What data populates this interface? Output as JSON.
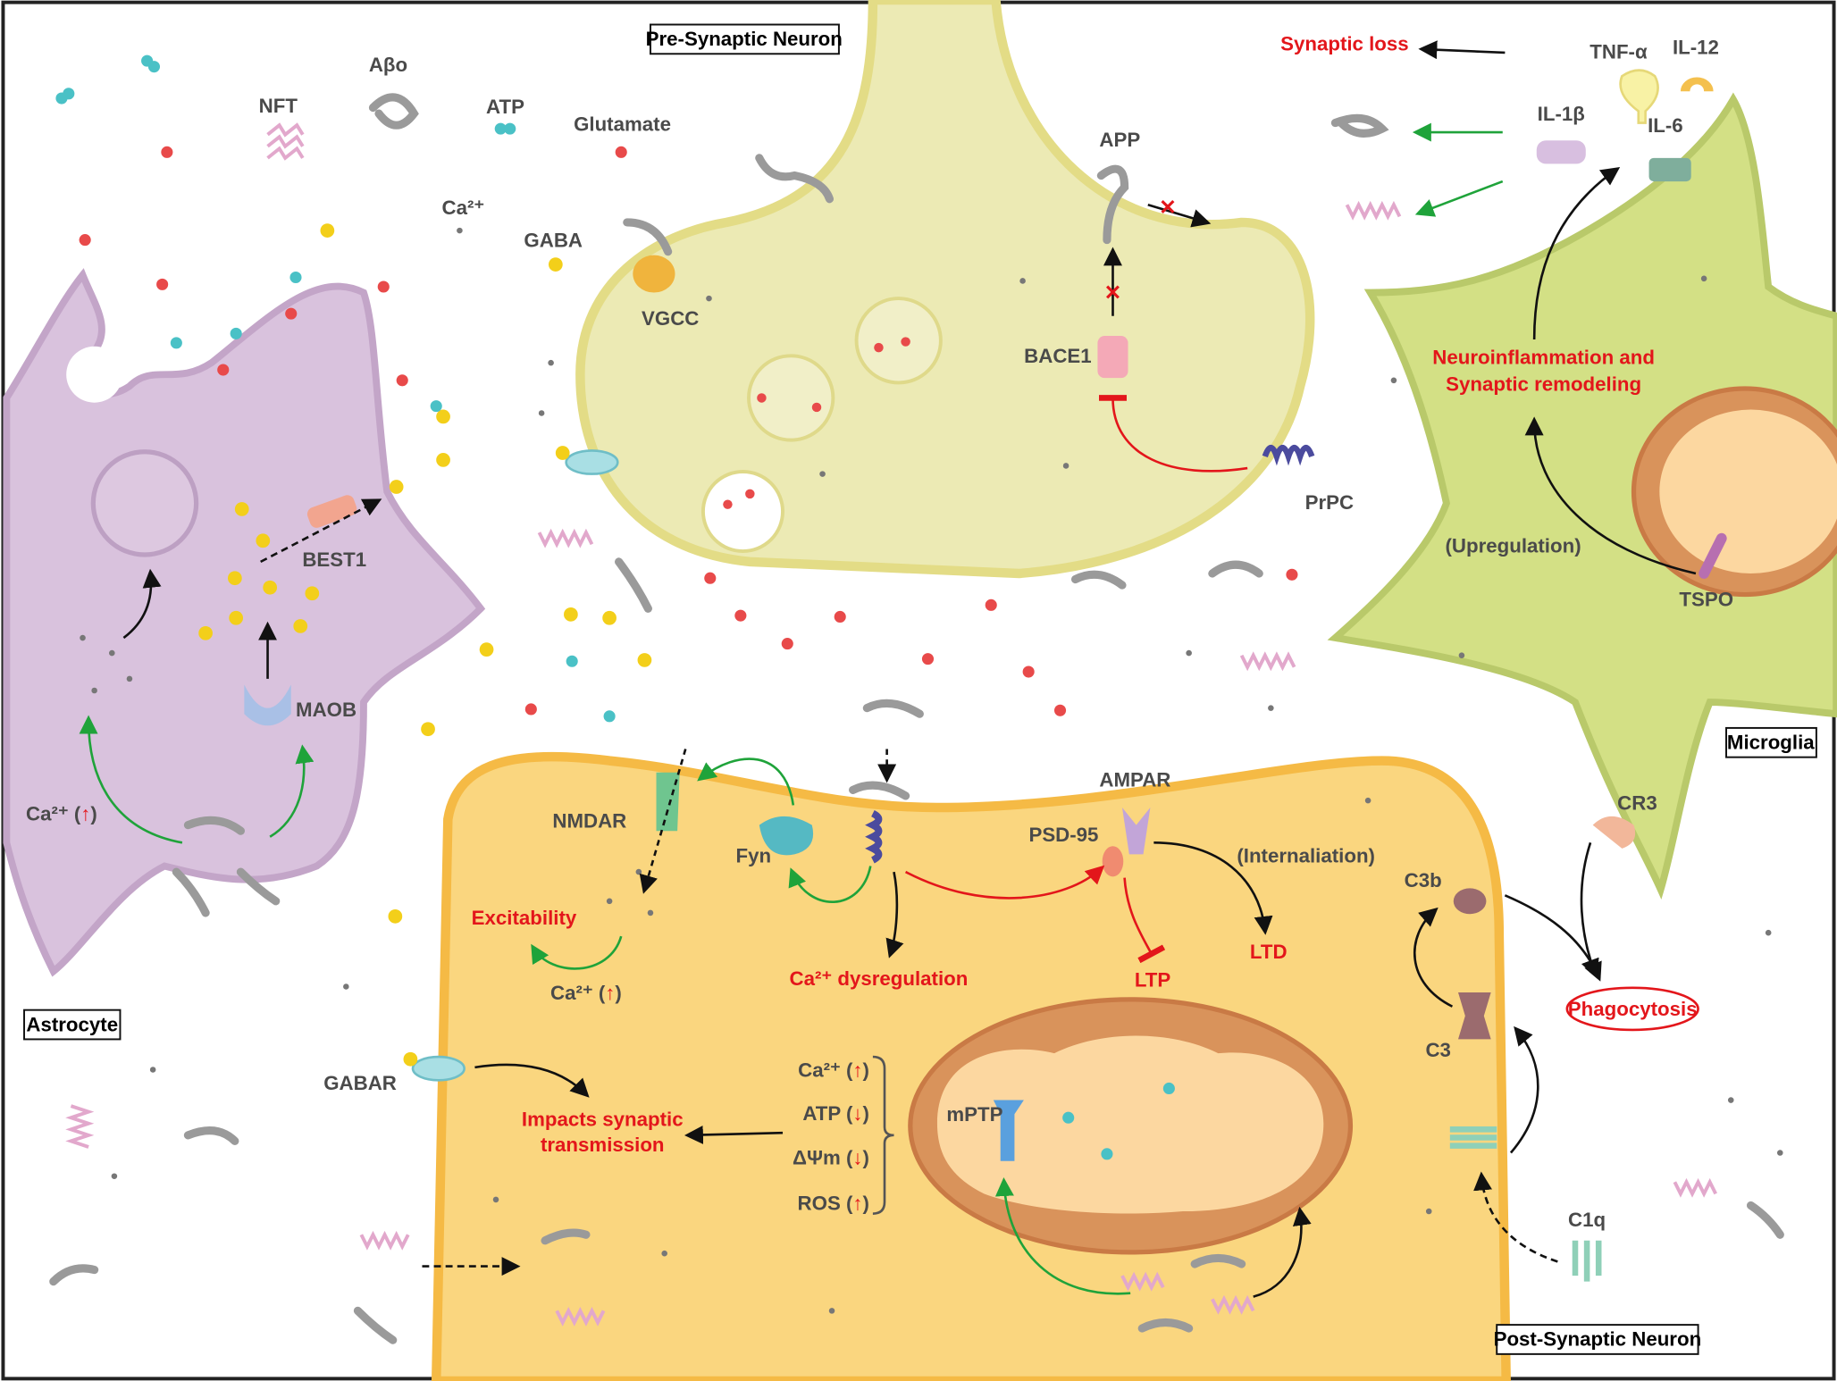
{
  "title_boxes": {
    "pre": "Pre-Synaptic Neuron",
    "post": "Post-Synaptic Neuron",
    "astrocyte": "Astrocyte",
    "microglia": "Microglia"
  },
  "extracellular": {
    "nft": "NFT",
    "abo": "Aβo",
    "atp": "ATP",
    "glutamate": "Glutamate",
    "ca": "Ca²⁺",
    "gaba": "GABA"
  },
  "presynaptic": {
    "vgcc": "VGCC",
    "app": "APP",
    "bace1": "BACE1",
    "prpc": "PrPC"
  },
  "astrocyte": {
    "best1": "BEST1",
    "maob": "MAOB",
    "ca_up": "Ca²⁺ (",
    "arrow_up": "↑",
    "close": ")"
  },
  "postsynaptic": {
    "nmdar": "NMDAR",
    "fyn": "Fyn",
    "ampar": "AMPAR",
    "psd95": "PSD-95",
    "internalization": "(Internaliation)",
    "ltd": "LTD",
    "ltp": "LTP",
    "excitability": "Excitability",
    "ca_up": "Ca²⁺ (",
    "ca_dysregulation": "Ca²⁺ dysregulation",
    "gabar": "GABAR",
    "impacts_line1": "Impacts synaptic",
    "impacts_line2": "transmission",
    "mito_effects": [
      {
        "label": "Ca²⁺ (",
        "arrow": "↑"
      },
      {
        "label": "ATP (",
        "arrow": "↓"
      },
      {
        "label": "ΔΨm (",
        "arrow": "↓"
      },
      {
        "label": "ROS (",
        "arrow": "↑"
      }
    ],
    "mptp": "mPTP",
    "c3b": "C3b",
    "c3": "C3",
    "c1q": "C1q"
  },
  "microglia": {
    "synaptic_loss": "Synaptic loss",
    "tnf": "TNF-α",
    "il12": "IL-12",
    "il1b": "IL-1β",
    "il6": "IL-6",
    "neuroinflammation_line1": "Neuroinflammation and",
    "neuroinflammation_line2": "Synaptic remodeling",
    "upregulation": "(Upregulation)",
    "tspo": "TSPO",
    "cr3": "CR3",
    "phagocytosis": "Phagocytosis"
  },
  "colors": {
    "astrocyte": "#d9c2dd",
    "presynaptic": "#eceab4",
    "postsynaptic": "#fad67f",
    "microglia": "#d3e085",
    "highlight_text": "#e3161b",
    "green_arrow": "#1fa33a"
  }
}
